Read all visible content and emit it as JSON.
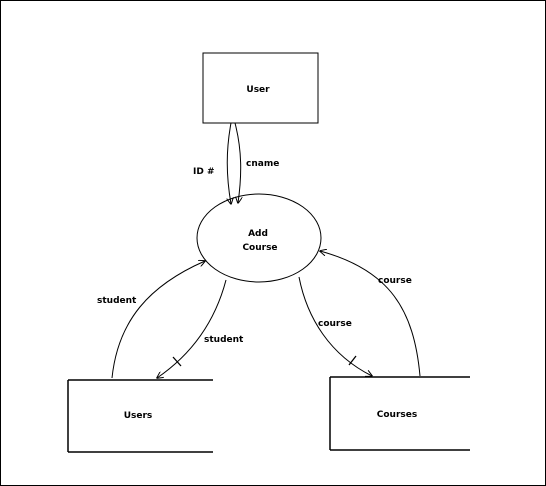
{
  "entities": {
    "user": "User"
  },
  "process": {
    "line1": "Add",
    "line2": "Course"
  },
  "stores": {
    "users": "Users",
    "courses": "Courses"
  },
  "flows": {
    "id": "ID #",
    "cname": "cname",
    "student_in": "student",
    "student_out": "student",
    "course_out": "course",
    "course_in": "course"
  }
}
